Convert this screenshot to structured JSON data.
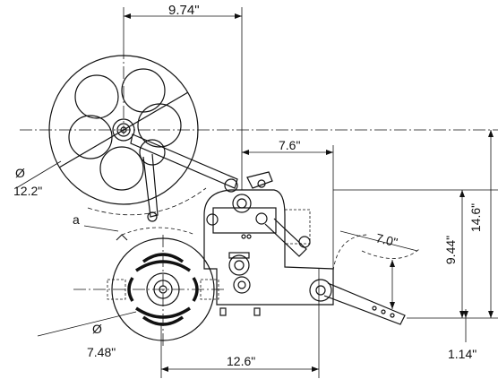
{
  "dimensions": {
    "top_width": "9.74\"",
    "mid_width": "7.6\"",
    "reel_diameter_symbol": "Ø",
    "reel_diameter": "12.2\"",
    "callout_a": "a",
    "peel_length": "7.0\"",
    "total_height": "14.6\"",
    "peel_height": "9.44\"",
    "hub_diameter_symbol": "Ø",
    "hub_diameter": "7.48\"",
    "base_width": "12.6\"",
    "base_offset": "1.14\""
  },
  "colors": {
    "line": "#111111",
    "background": "#ffffff"
  }
}
